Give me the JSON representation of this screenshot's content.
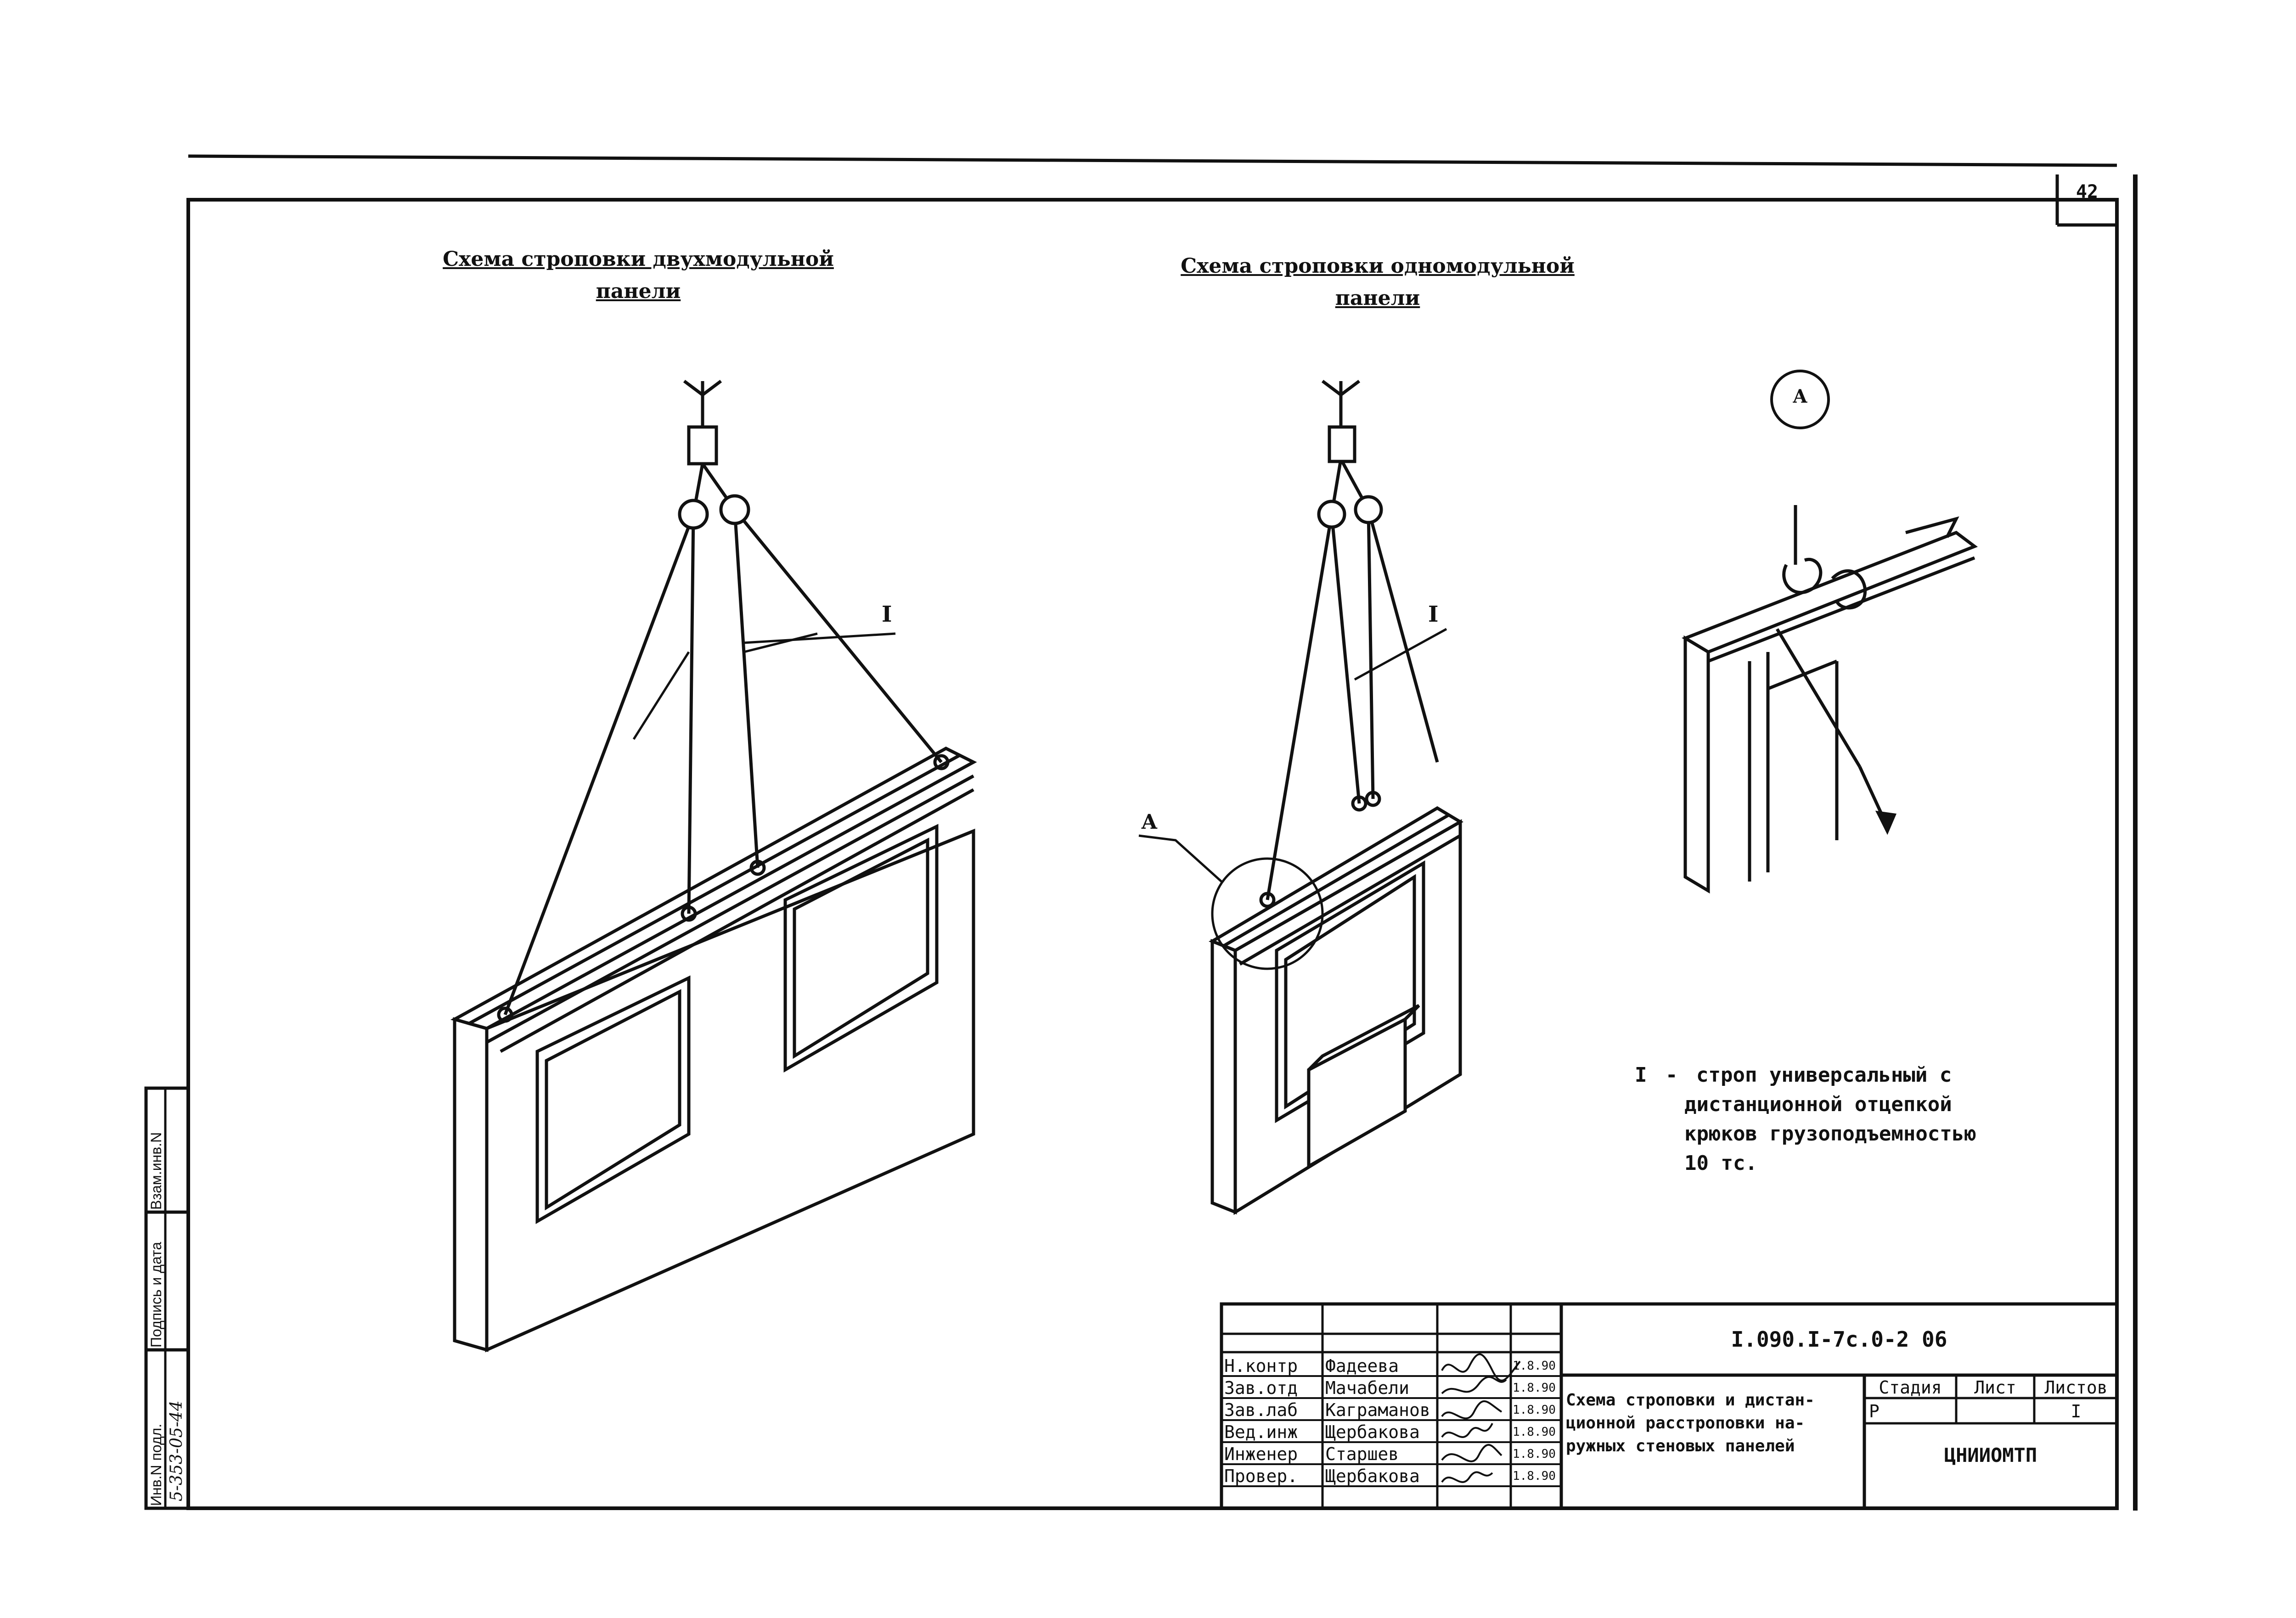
{
  "sheet": {
    "page_number": "42"
  },
  "titles": {
    "left": {
      "line1": "Схема строповки двухмодульной",
      "line2": "панели"
    },
    "middle": {
      "line1": "Схема строповки одномодульной",
      "line2": "панели"
    }
  },
  "callouts": {
    "detail_circle": "А",
    "leader_left": "I",
    "leader_middle": "I",
    "leader_detail": "А"
  },
  "legend": {
    "marker": "I",
    "dash": "-",
    "line1": "строп универсальный с",
    "line2": "дистанционной отцепкой",
    "line3": "крюков грузоподъемностью",
    "line4": "10 тс."
  },
  "title_block": {
    "document_code": "I.090.I-7с.0-2 06",
    "description": [
      "Схема строповки и дистан-",
      "ционной расстроповки на-",
      "ружных стеновых панелей"
    ],
    "stage_header": "Стадия",
    "sheet_header": "Лист",
    "sheets_header": "Листов",
    "stage_value": "Р",
    "sheet_value": "",
    "sheets_value": "I",
    "organization": "ЦНИИОМТП",
    "signatures": [
      {
        "role": "Н.контр",
        "name": "Фадеева",
        "date": "1.8.90"
      },
      {
        "role": "Зав.отд",
        "name": "Мачабели",
        "date": "1.8.90"
      },
      {
        "role": "Зав.лаб",
        "name": "Каграманов",
        "date": "1.8.90"
      },
      {
        "role": "Вед.инж",
        "name": "Щербакова",
        "date": "1.8.90"
      },
      {
        "role": "Инженер",
        "name": "Старшев",
        "date": "1.8.90"
      },
      {
        "role": "Провер.",
        "name": "Щербакова",
        "date": "1.8.90"
      }
    ]
  },
  "side_stamp": {
    "inv_no_label": "Инв.N подл.",
    "sign_date_label": "Подпись и дата",
    "replace_inv_label": "Взам.инв.N",
    "inv_no_value": "5-353-05-44"
  }
}
